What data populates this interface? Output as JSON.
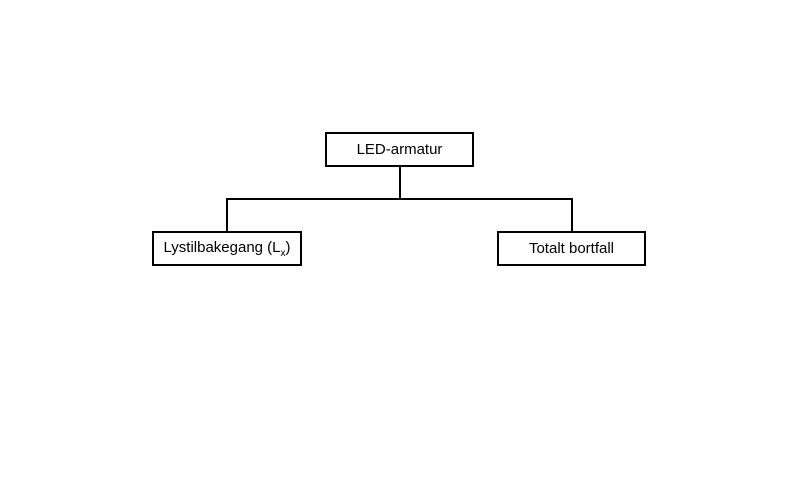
{
  "diagram": {
    "root": {
      "label": "LED-armatur"
    },
    "children": [
      {
        "label": "Lystilbakegang (L",
        "subscript": "x",
        "suffix": ")"
      },
      {
        "label": "Totalt bortfall"
      }
    ],
    "colors": {
      "stroke": "#000000",
      "background": "#ffffff",
      "text": "#000000"
    }
  }
}
